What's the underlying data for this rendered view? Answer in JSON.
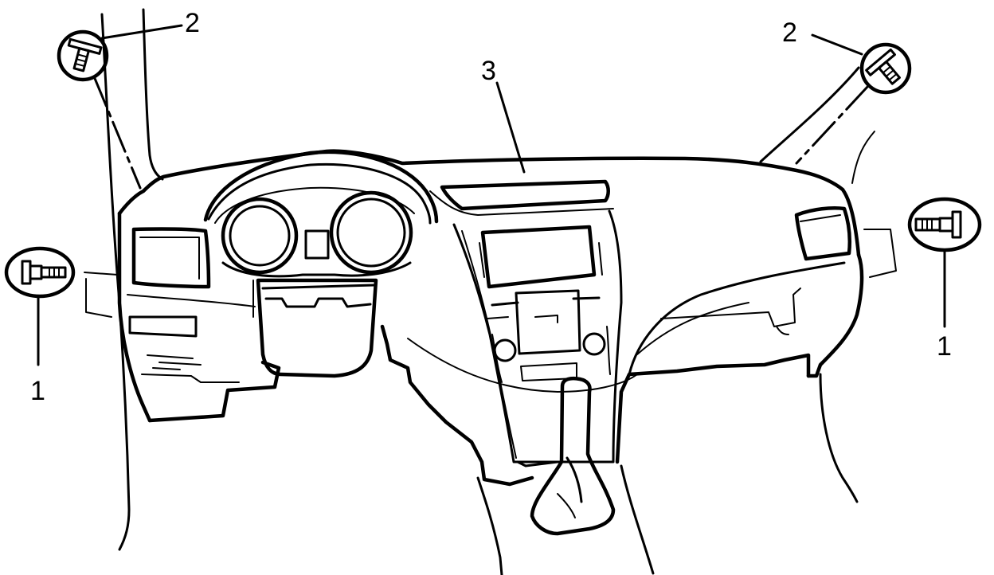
{
  "diagram": {
    "callouts": [
      {
        "id": "bolt-left-lower",
        "label": "1"
      },
      {
        "id": "bolt-right-lower",
        "label": "1"
      },
      {
        "id": "bolt-left-upper",
        "label": "2"
      },
      {
        "id": "bolt-right-upper",
        "label": "2"
      },
      {
        "id": "instrument-panel",
        "label": "3"
      }
    ],
    "colors": {
      "stroke": "#000000",
      "background": "#ffffff"
    }
  }
}
